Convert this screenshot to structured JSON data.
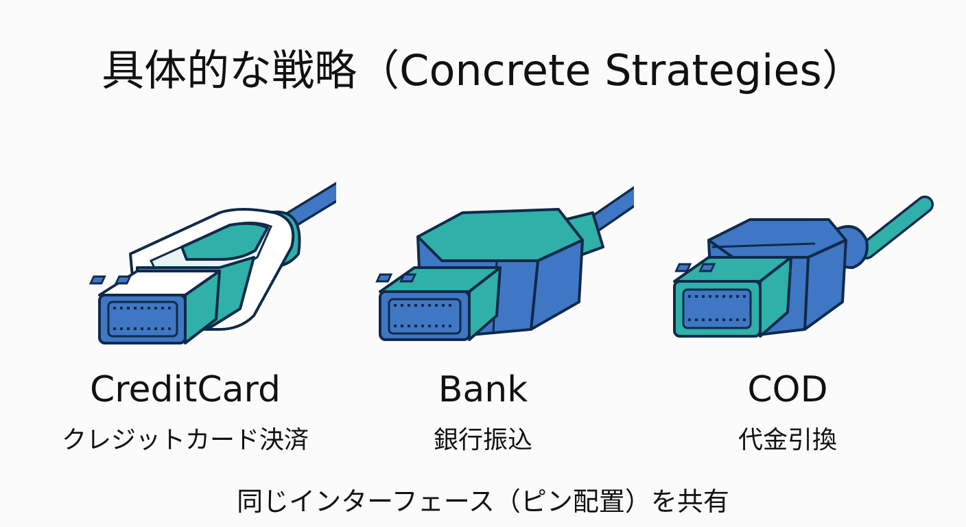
{
  "title": "具体的な戦略（Concrete Strategies）",
  "strategies": [
    {
      "name": "CreditCard",
      "label_ja": "クレジットカード決済",
      "icon": "usb-connector-icon"
    },
    {
      "name": "Bank",
      "label_ja": "銀行振込",
      "icon": "usb-connector-icon"
    },
    {
      "name": "COD",
      "label_ja": "代金引換",
      "icon": "usb-connector-icon"
    }
  ],
  "footer": "同じインターフェース（ピン配置）を共有",
  "colors": {
    "teal": "#2fb0a8",
    "blue": "#3f77c4",
    "outline": "#0f2a4a",
    "white": "#ffffff"
  }
}
